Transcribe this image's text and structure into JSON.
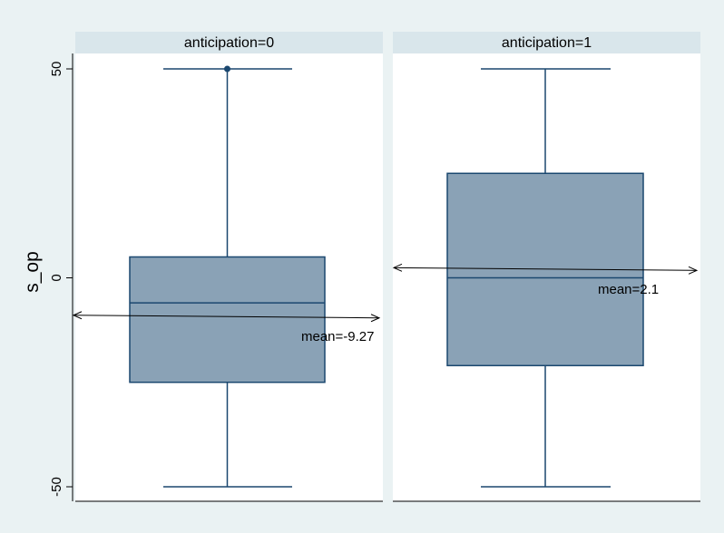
{
  "chart_data": {
    "type": "box",
    "ylabel": "s_op",
    "ylim": [
      -50,
      50
    ],
    "yticks": [
      -50,
      0,
      50
    ],
    "panels": [
      {
        "label": "anticipation=0",
        "whisker_low": -50,
        "q1": -25,
        "median": -6,
        "q3": 5,
        "whisker_high": 50,
        "outliers": [
          50
        ],
        "mean": -9.27,
        "mean_label": "mean=-9.27"
      },
      {
        "label": "anticipation=1",
        "whisker_low": -50,
        "q1": -21,
        "median": 0,
        "q3": 25,
        "whisker_high": 50,
        "outliers": [],
        "mean": 2.1,
        "mean_label": "mean=2.1"
      }
    ]
  }
}
